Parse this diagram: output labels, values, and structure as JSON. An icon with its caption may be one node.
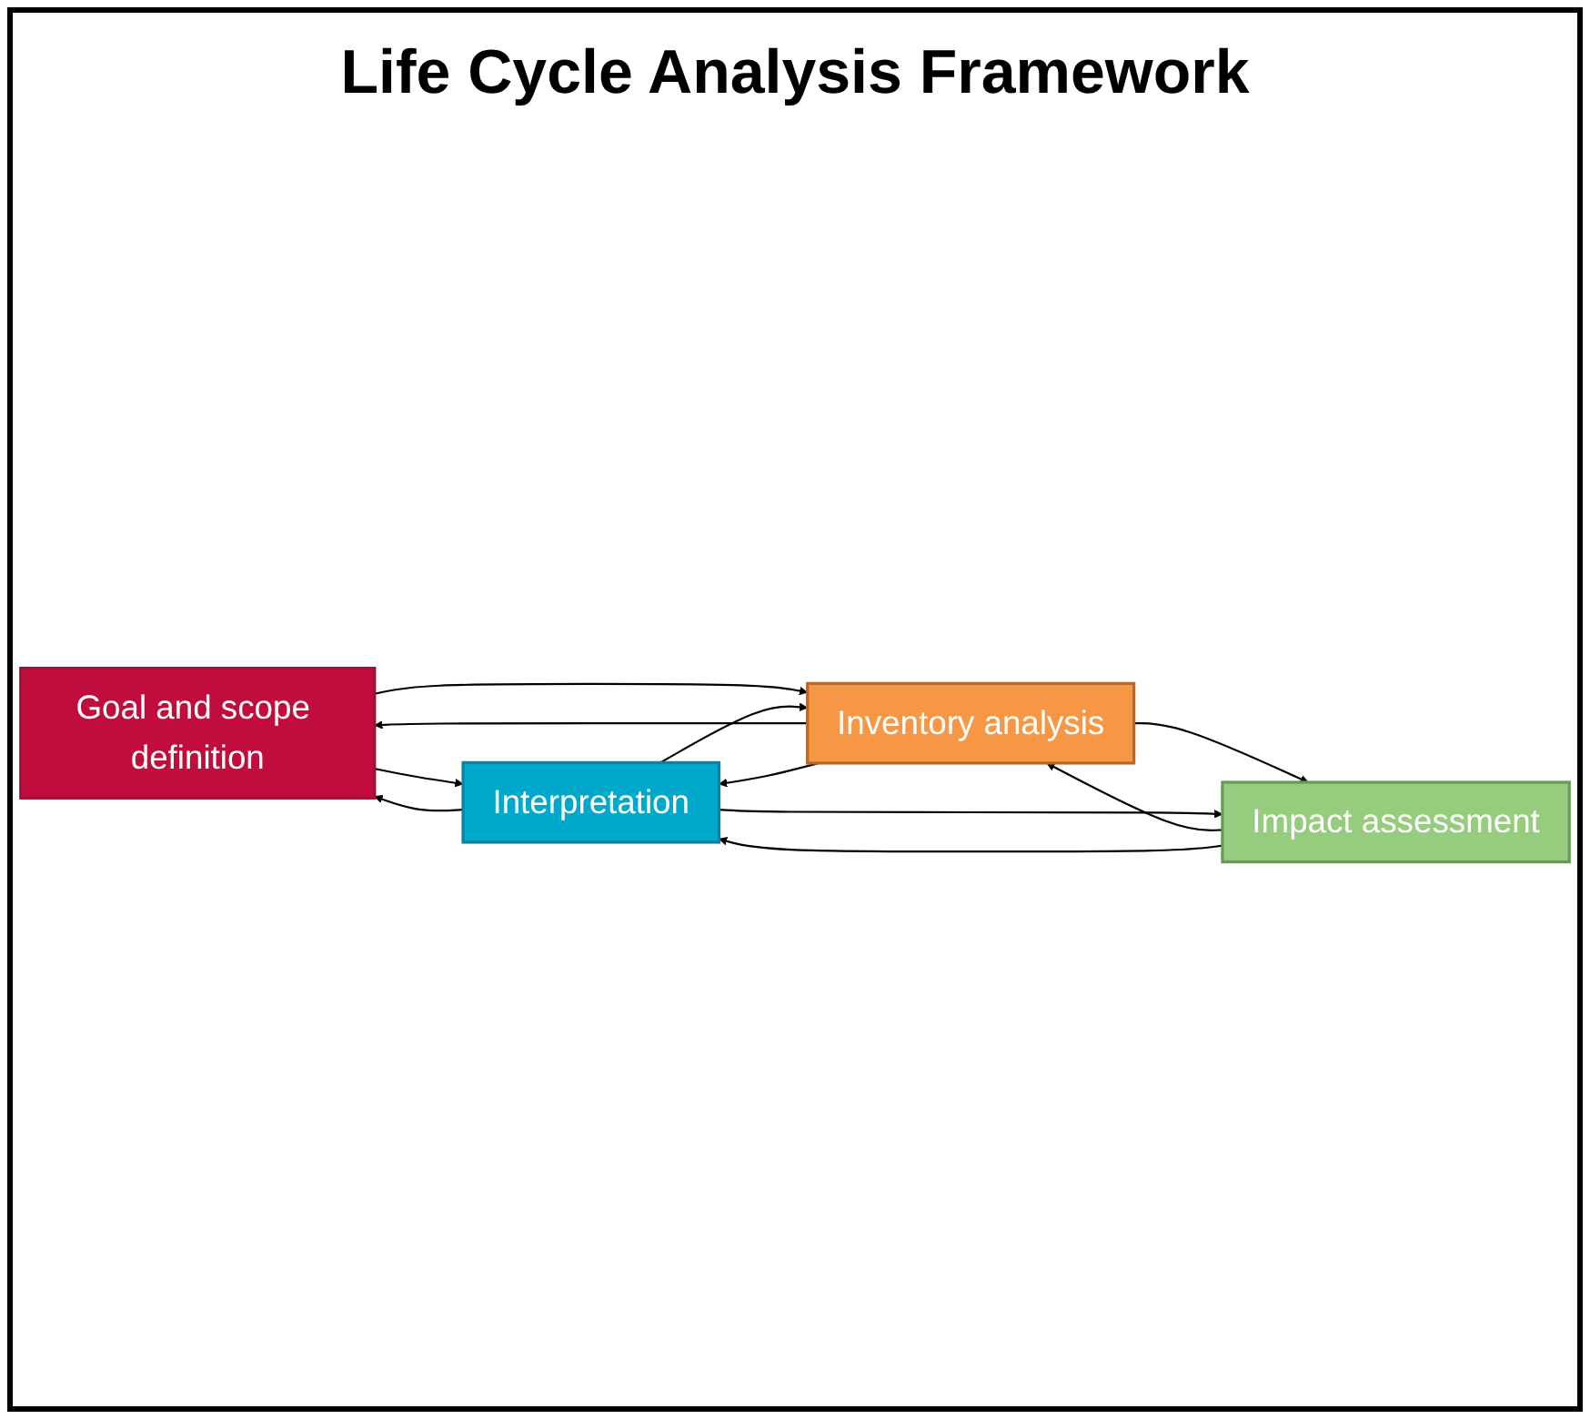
{
  "diagram": {
    "title": "Life Cycle Analysis Framework",
    "nodes": [
      {
        "text": [
          "Goal and scope definition"
        ]
      },
      {
        "text": [
          "Inventory analysis"
        ]
      },
      {
        "text": [
          "Impact assessment"
        ]
      },
      {
        "text": [
          "Interpretation"
        ]
      }
    ],
    "edges": [
      {
        "from": 0,
        "to": 3,
        "arrow": "to"
      },
      {
        "from": 3,
        "to": 0,
        "arrow": "to"
      },
      {
        "from": 0,
        "to": 1,
        "arrow": "to"
      },
      {
        "from": 1,
        "to": 0,
        "arrow": "to"
      },
      {
        "from": 1,
        "to": 3,
        "arrow": "to"
      },
      {
        "from": 3,
        "to": 1,
        "arrow": "to"
      },
      {
        "from": 1,
        "to": 2,
        "arrow": "to"
      },
      {
        "from": 2,
        "to": 1,
        "arrow": "to"
      },
      {
        "from": 2,
        "to": 3,
        "arrow": "to"
      },
      {
        "from": 3,
        "to": 2,
        "arrow": "to"
      }
    ]
  }
}
